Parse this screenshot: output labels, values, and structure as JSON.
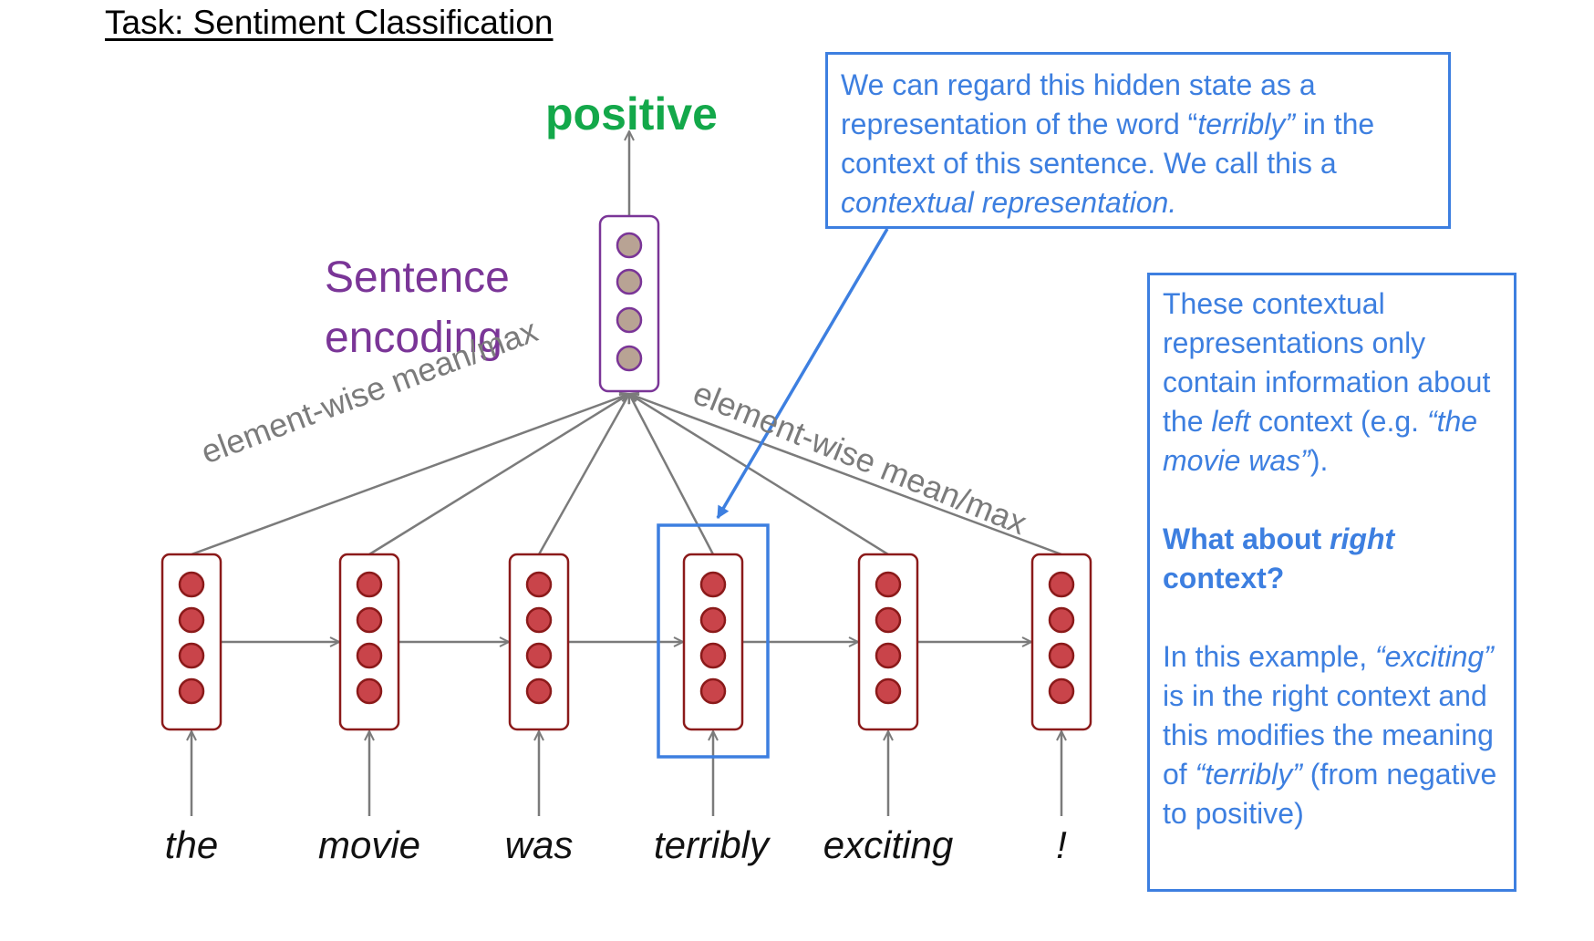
{
  "title": "Task: Sentiment Classification",
  "output_label": "positive",
  "sentence_encoding": {
    "line1": "Sentence",
    "line2": "encoding"
  },
  "pooling_label_left": "element-wise mean/max",
  "pooling_label_right": "element-wise mean/max",
  "words": [
    "the",
    "movie",
    "was",
    "terribly",
    "exciting",
    "!"
  ],
  "callout_top": {
    "part1": "We can regard this hidden state as a representation of the word ",
    "quote_open": "“",
    "term": "terribly",
    "quote_close": "”",
    "part2": " in the context of this sentence. We call this a ",
    "term2": "contextual representation."
  },
  "callout_right": {
    "p1_a": "These contextual representations only contain information about the ",
    "p1_term": "left",
    "p1_b": " context (e.g. ",
    "p1_quote": "“the movie was”",
    "p1_c": ").",
    "p2_a": "What about ",
    "p2_term": "right",
    "p2_b": " context?",
    "p3_a": "In this example, ",
    "p3_quote": "“exciting”",
    "p3_b": " is in the right context and this modifies the meaning of ",
    "p3_quote2": "“terribly”",
    "p3_c": " (from negative to positive)"
  },
  "colors": {
    "rnn_box": "#8b1a1a",
    "rnn_dot": "#c9444a",
    "encoding_box": "#7a3597",
    "encoding_dot": "#b8a394",
    "arrow": "#7b7b7b",
    "highlight": "#3d7fe0",
    "positive": "#13a84a",
    "encoding_text": "#7a3597"
  }
}
